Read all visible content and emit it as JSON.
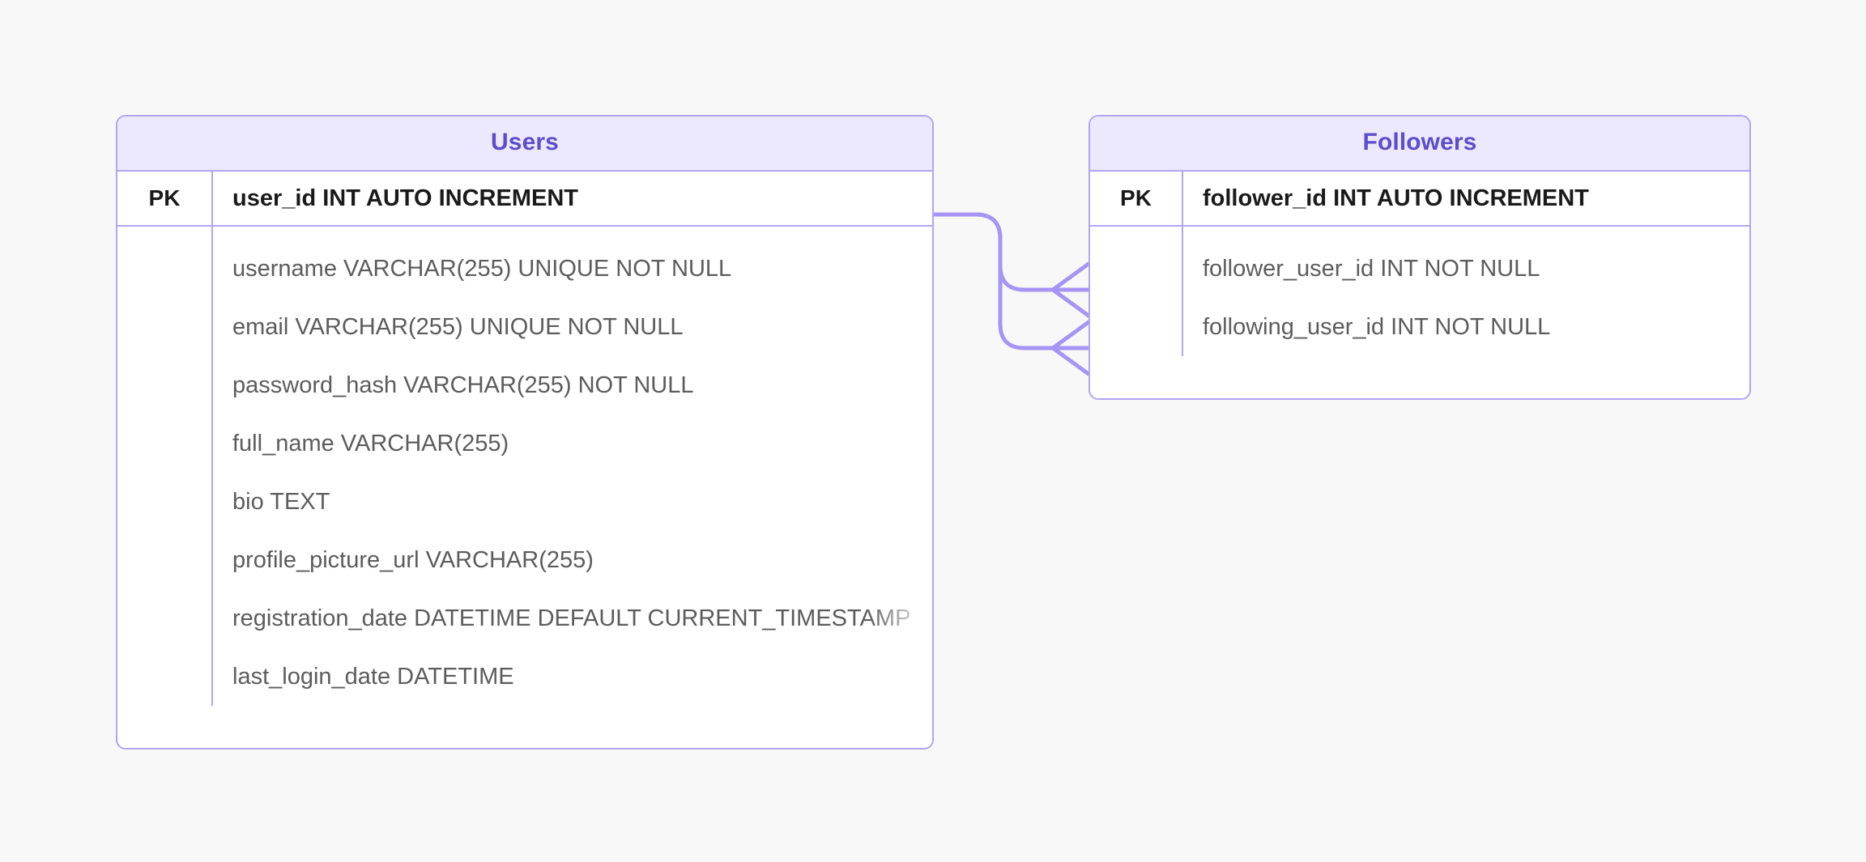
{
  "diagram": {
    "type": "entity-relationship-diagram",
    "background_color": "#f8f8f8",
    "accent_color": "#5b4ecc",
    "border_color": "#b3a4f5",
    "header_fill": "#ece8fd",
    "key_text_color": "#1a1a1a",
    "attribute_text_color": "#5c5c5c"
  },
  "entities": [
    {
      "name": "Users",
      "key_label": "PK",
      "primary_key": "user_id INT AUTO INCREMENT",
      "attributes": [
        {
          "text": "username VARCHAR(255) UNIQUE NOT NULL",
          "clipped": false
        },
        {
          "text": "email VARCHAR(255) UNIQUE NOT NULL",
          "clipped": false
        },
        {
          "text": "password_hash VARCHAR(255) NOT NULL",
          "clipped": false
        },
        {
          "text": "full_name VARCHAR(255)",
          "clipped": false
        },
        {
          "text": "bio TEXT",
          "clipped": false
        },
        {
          "text": "profile_picture_url VARCHAR(255)",
          "clipped": false
        },
        {
          "text": "registration_date DATETIME DEFAULT CURRENT_TIMESTAMP",
          "clipped": true
        },
        {
          "text": "last_login_date DATETIME",
          "clipped": false
        }
      ]
    },
    {
      "name": "Followers",
      "key_label": "PK",
      "primary_key": "follower_id INT AUTO INCREMENT",
      "attributes": [
        {
          "text": "follower_user_id INT NOT NULL",
          "clipped": false
        },
        {
          "text": "following_user_id INT NOT NULL",
          "clipped": false
        }
      ]
    }
  ],
  "relationships": [
    {
      "from": "Users",
      "to": "Followers",
      "from_cardinality": "one",
      "to_cardinality": "many",
      "notation": "crows-foot"
    },
    {
      "from": "Users",
      "to": "Followers",
      "from_cardinality": "one",
      "to_cardinality": "many",
      "notation": "crows-foot"
    }
  ]
}
